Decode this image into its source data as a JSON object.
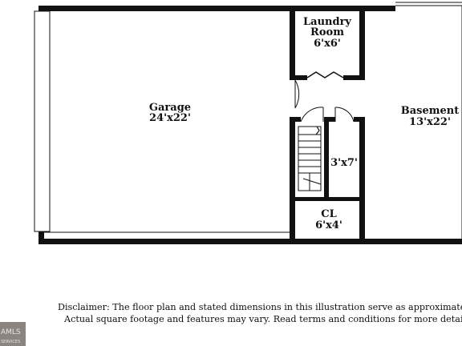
{
  "rooms": {
    "garage": {
      "name": "Garage",
      "size": "24'x22'"
    },
    "laundry": {
      "name_line1": "Laundry",
      "name_line2": "Room",
      "size": "6'x6'"
    },
    "basement": {
      "name": "Basement",
      "size": "13'x22'"
    },
    "stair": {
      "size": "3'x7'"
    },
    "closet": {
      "name": "CL",
      "size": "6'x4'"
    }
  },
  "disclaimer": {
    "line1": "Disclaimer: The floor plan and stated dimensions in this illustration serve as approximate measu",
    "line2": "Actual square footage and features may vary. Read terms and conditions for more detail. © Plar"
  },
  "logo": {
    "text": "AMLS",
    "sub": "SERVICES"
  },
  "colors": {
    "wall": "#111111",
    "background": "#ffffff",
    "logo_bg": "#8a8580"
  }
}
